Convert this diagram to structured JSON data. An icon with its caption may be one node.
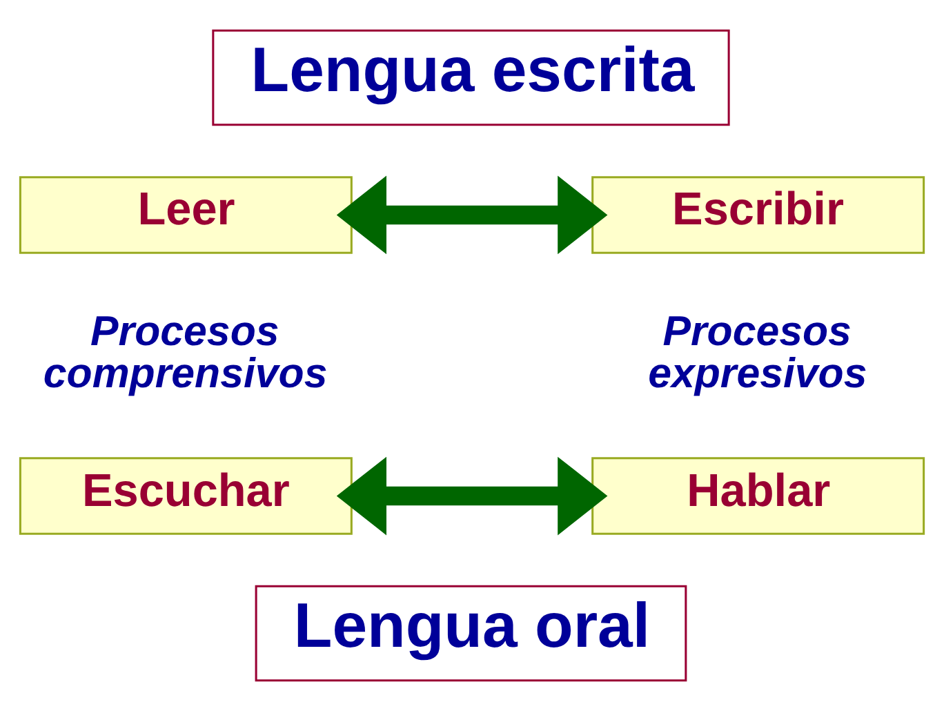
{
  "diagram": {
    "nodes": [
      {
        "text": [
          "Lengua escrita"
        ]
      },
      {
        "text": [
          "Leer"
        ]
      },
      {
        "text": [
          "Escribir"
        ]
      },
      {
        "text": [
          "Escuchar"
        ]
      },
      {
        "text": [
          "Hablar"
        ]
      },
      {
        "text": [
          "Lengua oral"
        ]
      }
    ],
    "edges": [
      {
        "from": 1,
        "to": 2,
        "arrow": "both"
      },
      {
        "from": 3,
        "to": 4,
        "arrow": "both"
      }
    ],
    "labels": [
      "Procesos comprensivos",
      "Procesos expresivos"
    ]
  }
}
